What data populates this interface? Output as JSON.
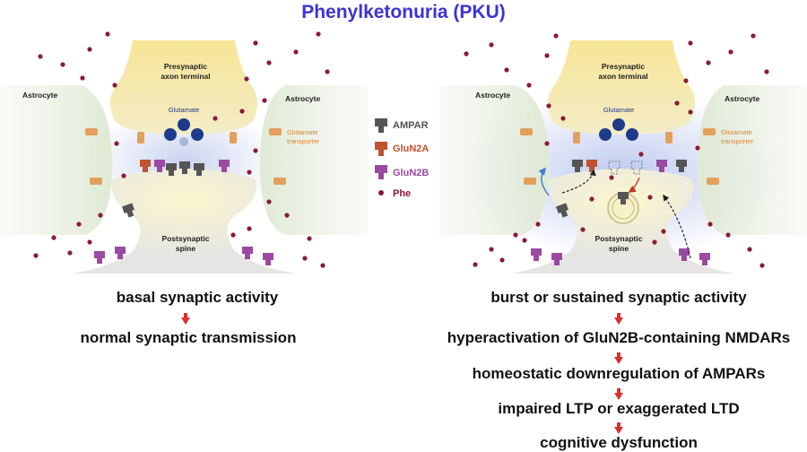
{
  "title": "Phenylketonuria (PKU)",
  "left_panel": {
    "presynaptic": [
      "Presynaptic",
      "axon terminal"
    ],
    "astrocyte_left": "Astrocyte",
    "astrocyte_right": "Astrocyte",
    "glutamate": "Glutamate",
    "transporter": [
      "Glutamate",
      "transporter"
    ],
    "postsynaptic": [
      "Postsynaptic",
      "spine"
    ]
  },
  "right_panel": {
    "presynaptic": [
      "Presynaptic",
      "axon terminal"
    ],
    "astrocyte_left": "Astrocyte",
    "astrocyte_right": "Astrocyte",
    "glutamate": "Glutamate",
    "transporter": [
      "Glutamate",
      "transporter"
    ],
    "postsynaptic": [
      "Postsynaptic",
      "spine"
    ]
  },
  "legend": [
    {
      "label": "AMPAR",
      "color": "#555555",
      "icon": "ampar-receptor-icon"
    },
    {
      "label": "GluN2A",
      "color": "#c0522f",
      "icon": "glun2a-receptor-icon"
    },
    {
      "label": "GluN2B",
      "color": "#9a4aa0",
      "icon": "glun2b-receptor-icon"
    },
    {
      "label": "Phe",
      "color": "#8b1a3a",
      "icon": "phe-dot-icon"
    }
  ],
  "left_flow": [
    "basal synaptic activity",
    "normal synaptic transmission"
  ],
  "right_flow": [
    "burst or sustained synaptic activity",
    "hyperactivation of GluN2B-containing NMDARs",
    "homeostatic downregulation of AMPARs",
    "impaired LTP or exaggerated LTD",
    "cognitive dysfunction"
  ],
  "colors": {
    "title": "#3b33d6",
    "astrocyte": "#dfe9d3",
    "presynaptic": "#f6e7a4",
    "postsynaptic": "#e5e5e3",
    "cleft_glow": "#cdd6f0",
    "glutamate": "#1e3a8a",
    "phe": "#8b1a3a",
    "transporter": "#e2a05c",
    "arrow_red": "#d93030"
  }
}
